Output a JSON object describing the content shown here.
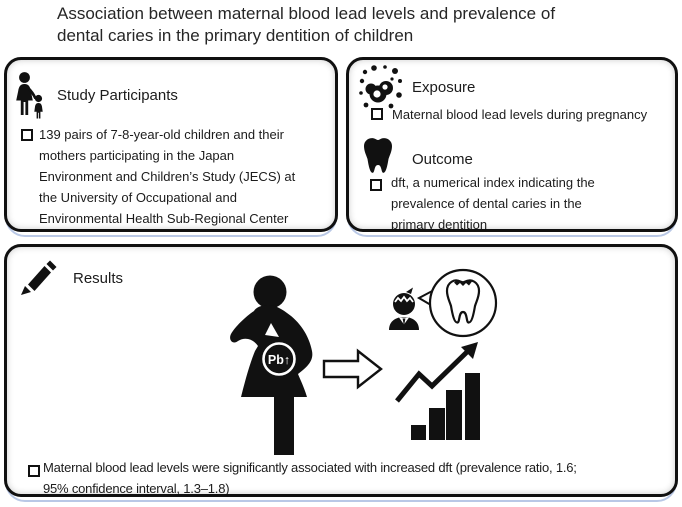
{
  "title": "Association between maternal blood lead levels and prevalence of\ndental caries in the primary dentition of children",
  "colors": {
    "outline_black": "#101010",
    "shadow_blue": "#b9c8e6",
    "text": "#1c1c1c",
    "icon_black": "#111111"
  },
  "panels": {
    "study_participants": {
      "header": "Study Participants",
      "icon": "mother-child-icon",
      "bullet": "139 pairs of 7-8-year-old children and their\nmothers participating in the Japan\nEnvironment and Children’s Study (JECS)  at\nthe University of Occupational and\nEnvironmental Health Sub-Regional Center"
    },
    "exposure": {
      "header": "Exposure",
      "icon": "molecules-icon",
      "bullet": "Maternal blood lead levels during pregnancy"
    },
    "outcome": {
      "header": "Outcome",
      "icon": "tooth-icon",
      "bullet": "dft, a numerical index indicating the\nprevalence of dental caries in the\nprimary dentition"
    },
    "results": {
      "header": "Results",
      "icon": "pencil-icon",
      "pb_label": "Pb↑",
      "graphic_icons": [
        "pregnant-woman-icon",
        "right-arrow-icon",
        "child-icon",
        "speech-bubble-tooth-caries-icon",
        "rising-bar-chart-icon"
      ],
      "bullet": "Maternal blood lead levels were significantly associated with increased dft (prevalence ratio, 1.6;\n95% confidence interval, 1.3–1.8)"
    }
  }
}
